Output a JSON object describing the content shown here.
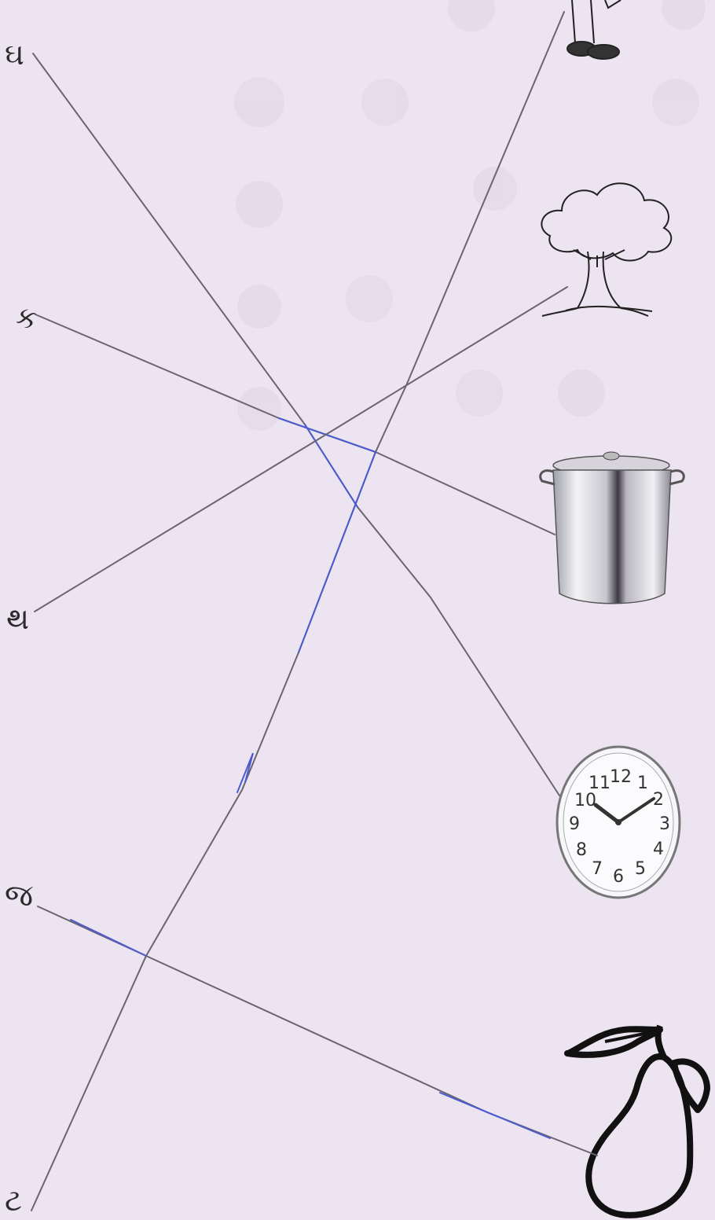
{
  "worksheet": {
    "letters": [
      "ઘ",
      "ક",
      "થ",
      "જ",
      "ટ"
    ],
    "pictures": [
      "person-feet",
      "tree",
      "pot",
      "clock",
      "pear"
    ]
  },
  "clock_face": {
    "numbers": [
      "12",
      "1",
      "2",
      "3",
      "4",
      "5",
      "6",
      "7",
      "8",
      "9",
      "10",
      "11"
    ],
    "time": "10:10"
  },
  "colors": {
    "paper": "#ece4f1",
    "pencil": "#6b6570",
    "blue_pen": "#4a5bd0"
  }
}
